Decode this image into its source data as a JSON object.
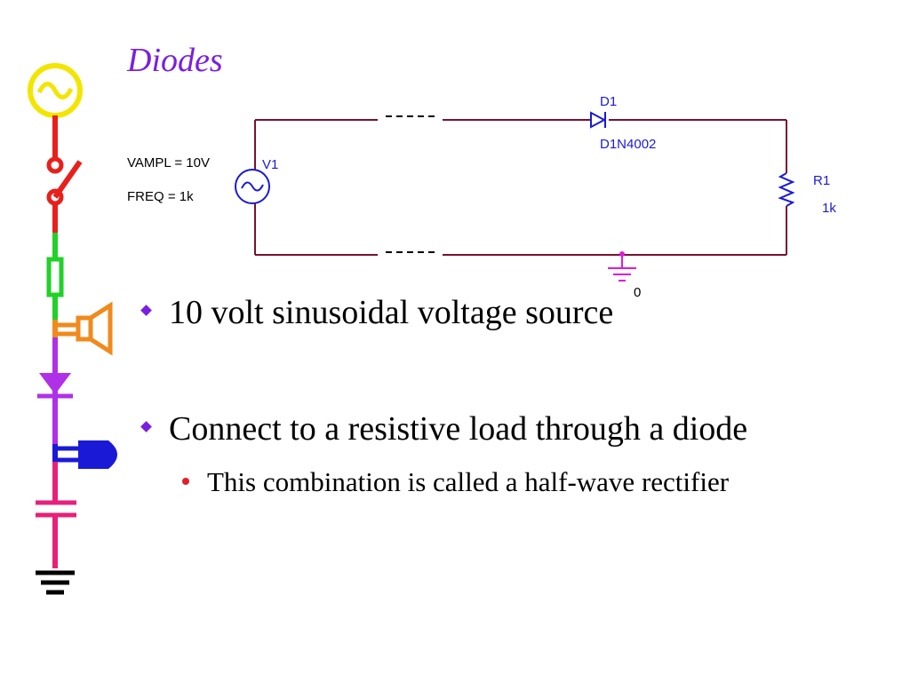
{
  "slide": {
    "title": "Diodes",
    "circuit": {
      "source_params": [
        "VAMPL = 10V",
        "FREQ = 1k"
      ],
      "source_name": "V1",
      "diode_name": "D1",
      "diode_model": "D1N4002",
      "resistor_name": "R1",
      "resistor_value": "1k",
      "ground_label": "0"
    },
    "bullets": [
      {
        "text": "10 volt sinusoidal voltage source"
      },
      {
        "text": "Connect to a resistive load through a diode",
        "sub": [
          {
            "text": "This combination is called a half-wave rectifier"
          }
        ]
      }
    ]
  },
  "colors": {
    "title": "#7a1fe0",
    "wire": "#7a1030",
    "component": "#1a1ad6",
    "bullet": "#7a1fe0",
    "subbullet": "#e0202a"
  }
}
